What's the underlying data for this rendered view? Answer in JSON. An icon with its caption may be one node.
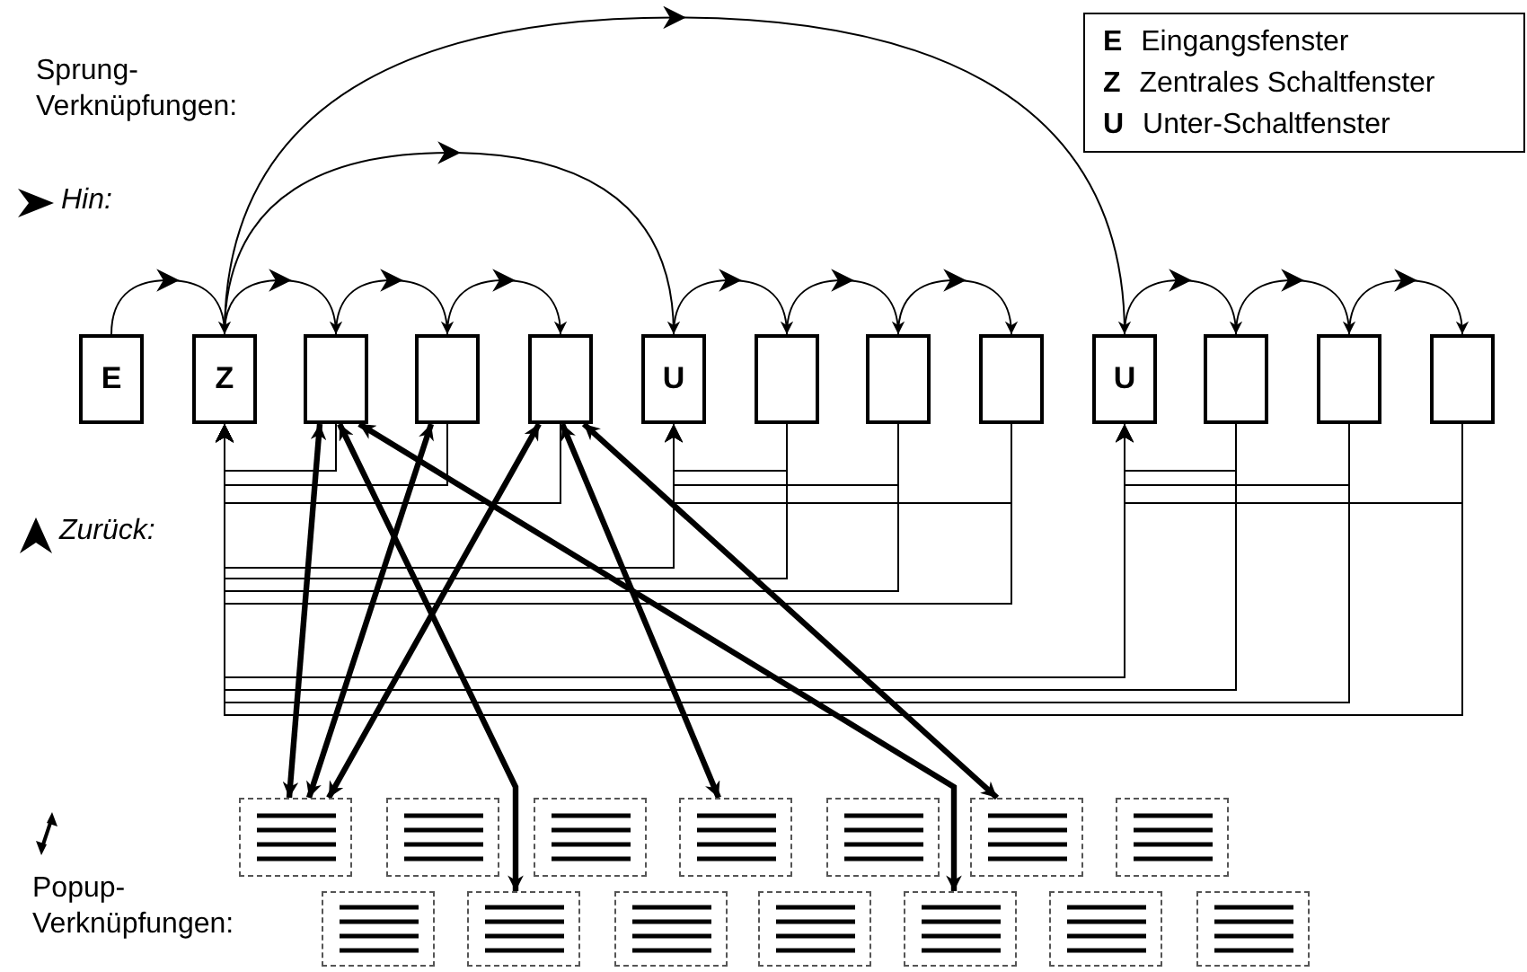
{
  "diagram": {
    "nodes": [
      {
        "text": [
          "E"
        ]
      },
      {
        "text": [
          "Z"
        ]
      },
      {
        "text": [],
        "shape": "box"
      },
      {
        "text": [],
        "shape": "box"
      },
      {
        "text": [],
        "shape": "box"
      },
      {
        "text": [
          "U"
        ]
      },
      {
        "text": [],
        "shape": "box"
      },
      {
        "text": [],
        "shape": "box"
      },
      {
        "text": [],
        "shape": "box"
      },
      {
        "text": [
          "U"
        ]
      },
      {
        "text": [],
        "shape": "box"
      },
      {
        "text": [],
        "shape": "box"
      },
      {
        "text": [],
        "shape": "box"
      },
      {
        "text": [],
        "shape": "box"
      },
      {
        "text": [],
        "shape": "box"
      },
      {
        "text": [],
        "shape": "box"
      },
      {
        "text": [],
        "shape": "box"
      },
      {
        "text": [],
        "shape": "box"
      },
      {
        "text": [],
        "shape": "box"
      },
      {
        "text": [],
        "shape": "box"
      },
      {
        "text": [],
        "shape": "box"
      },
      {
        "text": [],
        "shape": "box"
      },
      {
        "text": [],
        "shape": "box"
      },
      {
        "text": [],
        "shape": "box"
      },
      {
        "text": [],
        "shape": "box"
      },
      {
        "text": [],
        "shape": "box"
      },
      {
        "text": [],
        "shape": "box"
      }
    ],
    "edges": [
      {
        "from": 0,
        "to": 1,
        "arrow": "to"
      },
      {
        "from": 1,
        "to": 2,
        "arrow": "to"
      },
      {
        "from": 2,
        "to": 3,
        "arrow": "to"
      },
      {
        "from": 3,
        "to": 4,
        "arrow": "to"
      },
      {
        "from": 1,
        "to": 5,
        "arrow": "to"
      },
      {
        "from": 1,
        "to": 9,
        "arrow": "to"
      },
      {
        "from": 5,
        "to": 6,
        "arrow": "to"
      },
      {
        "from": 6,
        "to": 7,
        "arrow": "to"
      },
      {
        "from": 7,
        "to": 8,
        "arrow": "to"
      },
      {
        "from": 9,
        "to": 10,
        "arrow": "to"
      },
      {
        "from": 10,
        "to": 11,
        "arrow": "to"
      },
      {
        "from": 11,
        "to": 12,
        "arrow": "to"
      },
      {
        "from": 2,
        "to": 1,
        "arrow": "to"
      },
      {
        "from": 3,
        "to": 1,
        "arrow": "to"
      },
      {
        "from": 4,
        "to": 1,
        "arrow": "to"
      },
      {
        "from": 6,
        "to": 5,
        "arrow": "to"
      },
      {
        "from": 7,
        "to": 5,
        "arrow": "to"
      },
      {
        "from": 8,
        "to": 5,
        "arrow": "to"
      },
      {
        "from": 10,
        "to": 9,
        "arrow": "to"
      },
      {
        "from": 11,
        "to": 9,
        "arrow": "to"
      },
      {
        "from": 12,
        "to": 9,
        "arrow": "to"
      },
      {
        "from": 5,
        "to": 1,
        "arrow": "to"
      },
      {
        "from": 6,
        "to": 1,
        "arrow": "to"
      },
      {
        "from": 7,
        "to": 1,
        "arrow": "to"
      },
      {
        "from": 8,
        "to": 1,
        "arrow": "to"
      },
      {
        "from": 9,
        "to": 1,
        "arrow": "to"
      },
      {
        "from": 10,
        "to": 1,
        "arrow": "to"
      },
      {
        "from": 11,
        "to": 1,
        "arrow": "to"
      },
      {
        "from": 12,
        "to": 1,
        "arrow": "to"
      },
      {
        "from": 2,
        "to": 13,
        "arrow": "both",
        "style": "thick"
      },
      {
        "from": 2,
        "to": 21,
        "arrow": "both",
        "style": "thick"
      },
      {
        "from": 2,
        "to": 24,
        "arrow": "both",
        "style": "thick"
      },
      {
        "from": 3,
        "to": 13,
        "arrow": "both",
        "style": "thick"
      },
      {
        "from": 4,
        "to": 13,
        "arrow": "both",
        "style": "thick"
      },
      {
        "from": 4,
        "to": 16,
        "arrow": "both",
        "style": "thick"
      },
      {
        "from": 4,
        "to": 18,
        "arrow": "both",
        "style": "thick"
      }
    ],
    "labels": [
      "Sprung- Verknüpfungen:",
      "Hin:",
      "Zurück:",
      "Popup- Verknüpfungen:"
    ],
    "legend": [
      {
        "text": "**E** Eingangsfenster"
      },
      {
        "text": "**Z** Zentrales Schaltfenster"
      },
      {
        "text": "**U** Unter-Schaltfenster"
      }
    ]
  }
}
